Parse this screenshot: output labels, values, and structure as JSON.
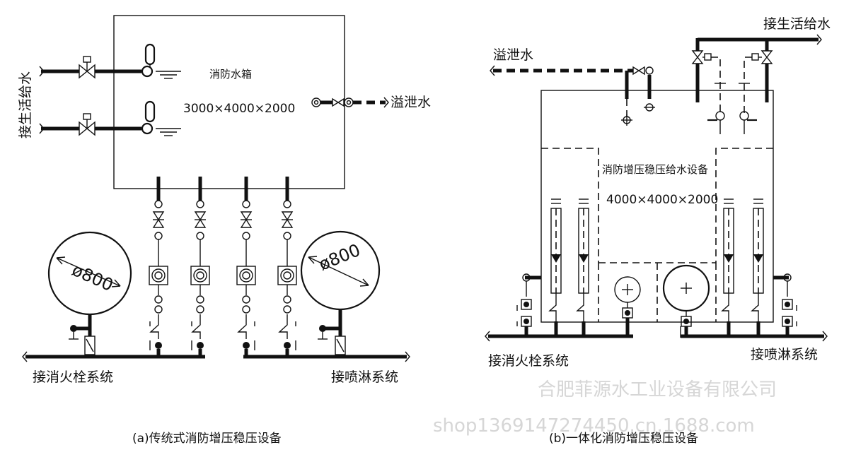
{
  "diagram_a": {
    "caption": "(a)传统式消防增压稳压设备",
    "tank_name": "消防水箱",
    "tank_size": "3000×4000×2000",
    "inlet_label": "接生活给水",
    "overflow_label": "溢泄水",
    "tank_left_label": "ø800",
    "tank_right_label": "ø800",
    "outlet_left_label": "接消火栓系统",
    "outlet_right_label": "接喷淋系统"
  },
  "diagram_b": {
    "caption": "(b)一体化消防增压稳压设备",
    "equipment_name": "消防增压稳压给水设备",
    "equipment_size": "4000×4000×2000",
    "inlet_label": "接生活给水",
    "overflow_label": "溢泄水",
    "outlet_left_label": "接消火栓系统",
    "outlet_right_label": "接喷淋系统"
  },
  "watermark": {
    "company": "合肥菲源水工业设备有限公司",
    "shop": "shop13691472744​50.cn.1688.com"
  }
}
